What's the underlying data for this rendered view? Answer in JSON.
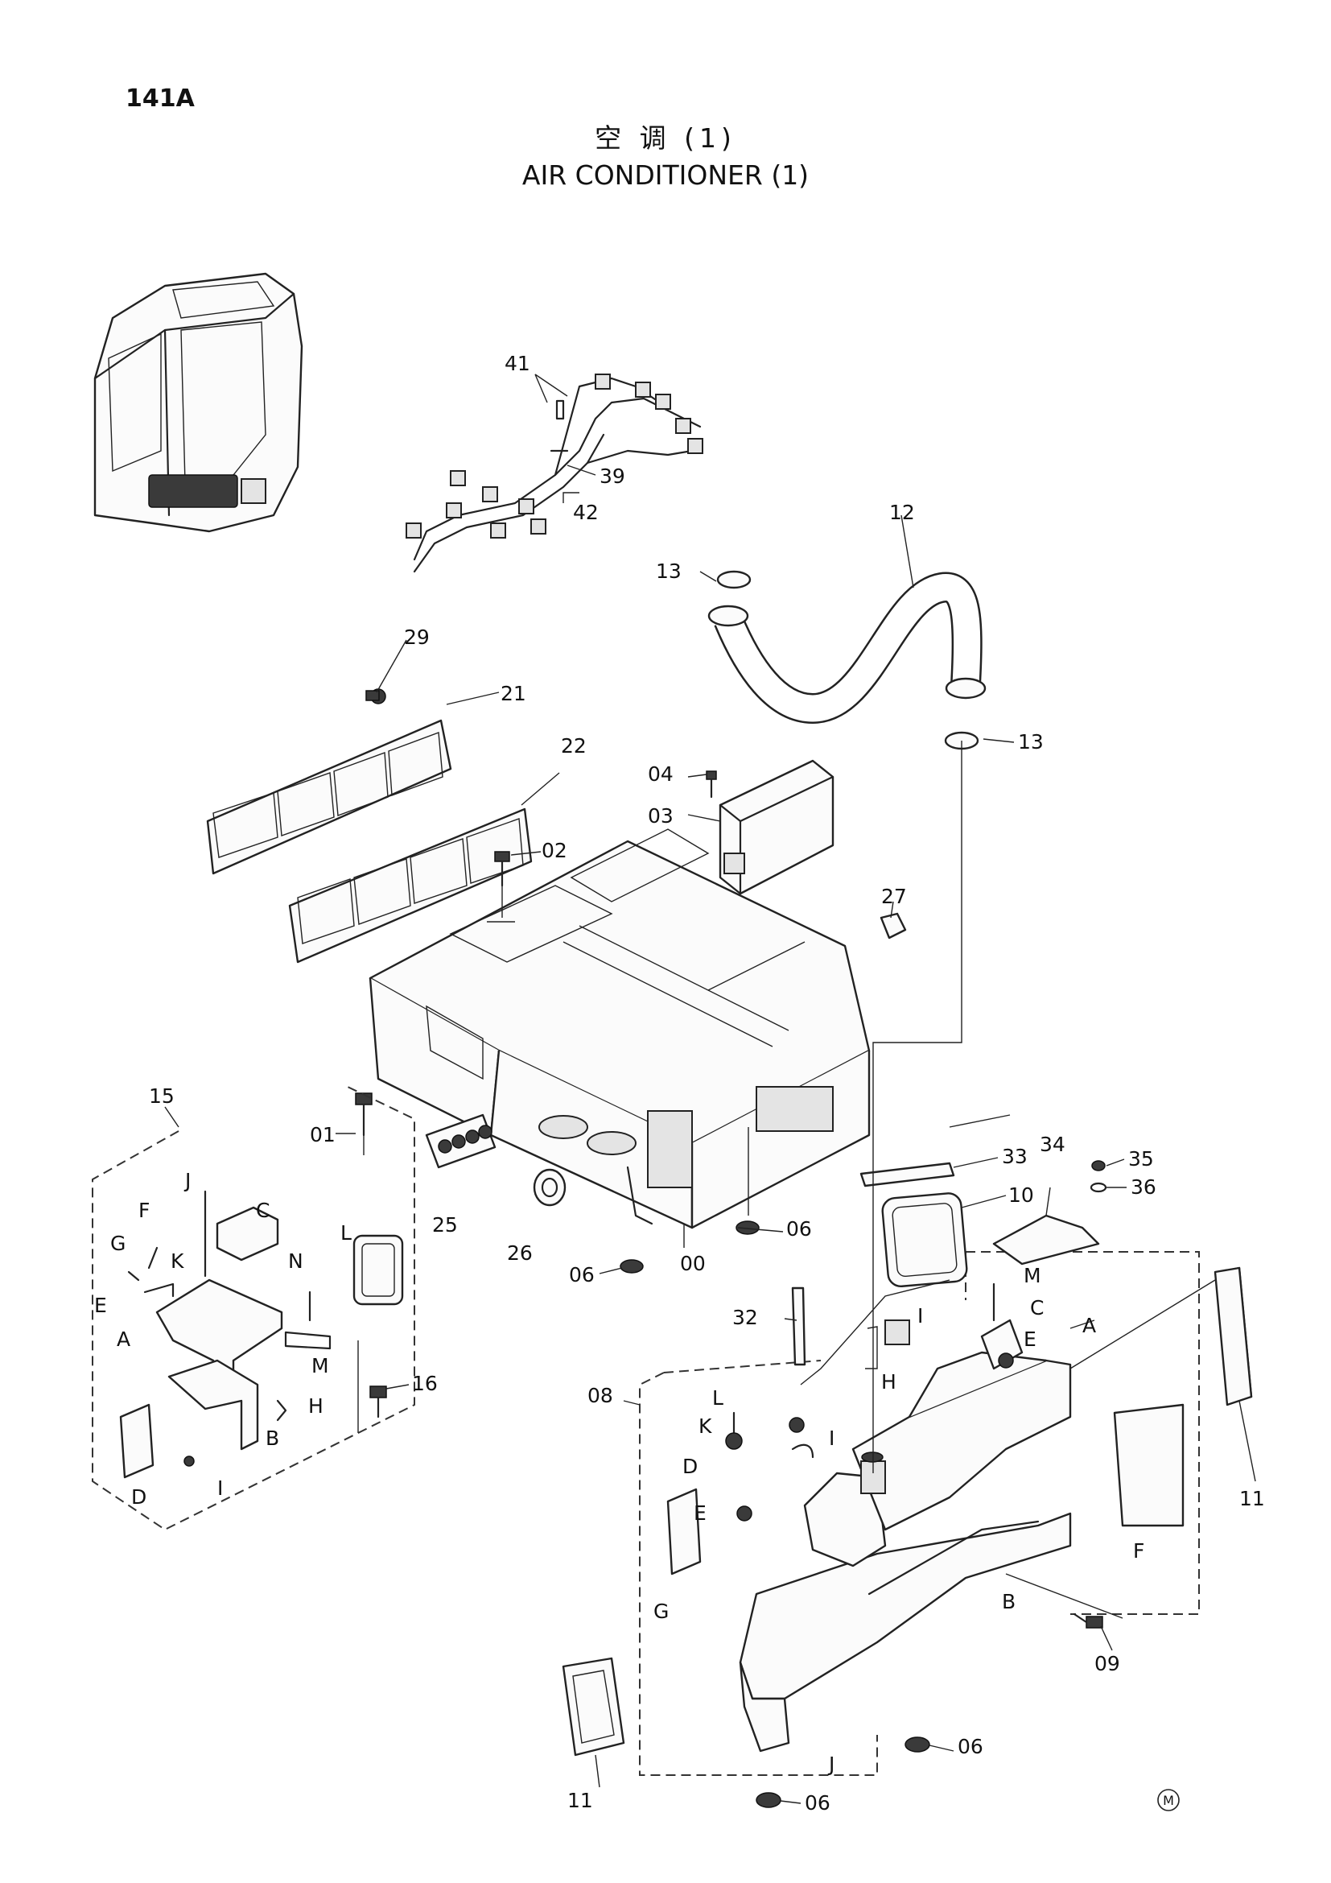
{
  "header": {
    "page_number": "141A",
    "title_zh": "空 调 (1)",
    "title_en": "AIR CONDITIONER (1)"
  },
  "callouts": [
    {
      "id": "c41",
      "text": "41"
    },
    {
      "id": "c39",
      "text": "39"
    },
    {
      "id": "c42",
      "text": "42"
    },
    {
      "id": "c12",
      "text": "12"
    },
    {
      "id": "c13a",
      "text": "13"
    },
    {
      "id": "c13b",
      "text": "13"
    },
    {
      "id": "c29",
      "text": "29"
    },
    {
      "id": "c21",
      "text": "21"
    },
    {
      "id": "c22",
      "text": "22"
    },
    {
      "id": "c04",
      "text": "04"
    },
    {
      "id": "c03",
      "text": "03"
    },
    {
      "id": "c02",
      "text": "02"
    },
    {
      "id": "c27",
      "text": "27"
    },
    {
      "id": "c15",
      "text": "15"
    },
    {
      "id": "c01",
      "text": "01"
    },
    {
      "id": "c25",
      "text": "25"
    },
    {
      "id": "c26",
      "text": "26"
    },
    {
      "id": "c06a",
      "text": "06"
    },
    {
      "id": "c06b",
      "text": "06"
    },
    {
      "id": "c00",
      "text": "00"
    },
    {
      "id": "c33",
      "text": "33"
    },
    {
      "id": "c34",
      "text": "34"
    },
    {
      "id": "c35",
      "text": "35"
    },
    {
      "id": "c36",
      "text": "36"
    },
    {
      "id": "c10",
      "text": "10"
    },
    {
      "id": "c32",
      "text": "32"
    },
    {
      "id": "c08",
      "text": "08"
    },
    {
      "id": "c16",
      "text": "16"
    },
    {
      "id": "c11a",
      "text": "11"
    },
    {
      "id": "c11b",
      "text": "11"
    },
    {
      "id": "c09",
      "text": "09"
    },
    {
      "id": "c06c",
      "text": "06"
    },
    {
      "id": "c06d",
      "text": "06"
    },
    {
      "id": "lJ1",
      "text": "J"
    },
    {
      "id": "lF1",
      "text": "F"
    },
    {
      "id": "lC1",
      "text": "C"
    },
    {
      "id": "lG1",
      "text": "G"
    },
    {
      "id": "lK1",
      "text": "K"
    },
    {
      "id": "lL1",
      "text": "L"
    },
    {
      "id": "lN1",
      "text": "N"
    },
    {
      "id": "lE1",
      "text": "E"
    },
    {
      "id": "lA1",
      "text": "A"
    },
    {
      "id": "lM1",
      "text": "M"
    },
    {
      "id": "lH1",
      "text": "H"
    },
    {
      "id": "lB1",
      "text": "B"
    },
    {
      "id": "lD1",
      "text": "D"
    },
    {
      "id": "lI1",
      "text": "I"
    },
    {
      "id": "lM2",
      "text": "M"
    },
    {
      "id": "lC2",
      "text": "C"
    },
    {
      "id": "lI2",
      "text": "I"
    },
    {
      "id": "lE2",
      "text": "E"
    },
    {
      "id": "lA2",
      "text": "A"
    },
    {
      "id": "lH2",
      "text": "H"
    },
    {
      "id": "lL2",
      "text": "L"
    },
    {
      "id": "lK2",
      "text": "K"
    },
    {
      "id": "lI3",
      "text": "I"
    },
    {
      "id": "lD2",
      "text": "D"
    },
    {
      "id": "lE3",
      "text": "E"
    },
    {
      "id": "lF2",
      "text": "F"
    },
    {
      "id": "lG2",
      "text": "G"
    },
    {
      "id": "lB2",
      "text": "B"
    },
    {
      "id": "lJ2",
      "text": "J"
    }
  ],
  "corner_mark": "M"
}
